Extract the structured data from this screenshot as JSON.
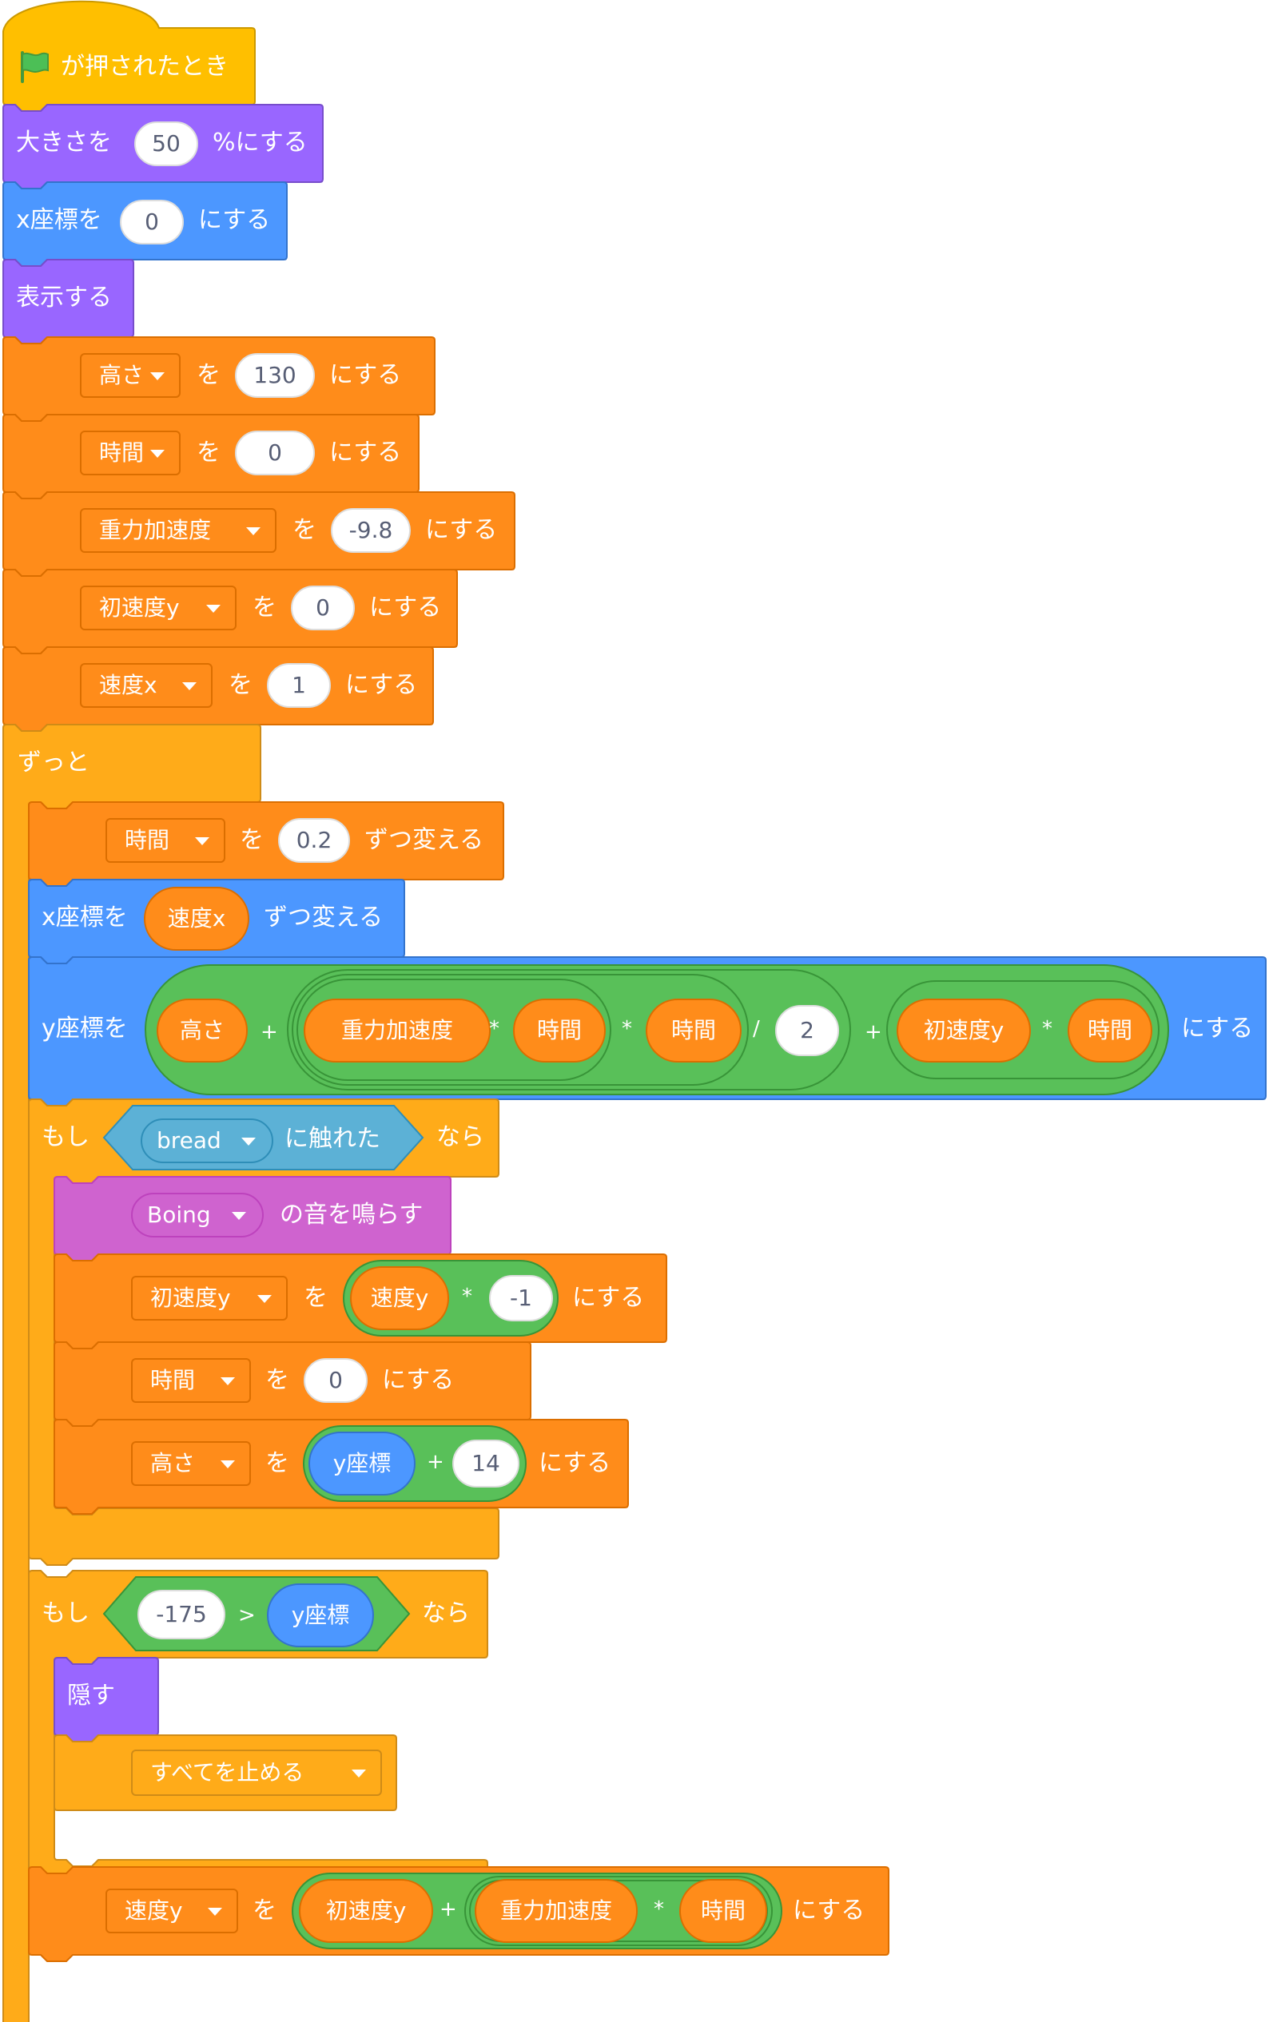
{
  "colors": {
    "events": "#FFBF00",
    "events_dark": "#CC9900",
    "looks": "#9966FF",
    "looks_dark": "#774DCB",
    "motion": "#4C97FF",
    "motion_dark": "#3373CC",
    "variables": "#FF8C1A",
    "variables_dark": "#DB6E00",
    "control": "#FFAB19",
    "control_dark": "#CF8B17",
    "operators": "#59C059",
    "operators_dark": "#389438",
    "sensing": "#5CB1D6",
    "sensing_dark": "#2E8EB8",
    "sound": "#CF63CF",
    "sound_dark": "#BD42BD",
    "flag_green": "#4CBF56"
  },
  "script": {
    "hat_when_flag": {
      "label": "が押されたとき",
      "icon": "green-flag-icon"
    },
    "set_size": {
      "prefix": "大きさを",
      "value": "50",
      "suffix": "%にする"
    },
    "set_x": {
      "prefix": "x座標を",
      "value": "0",
      "suffix": "にする"
    },
    "show": {
      "label": "表示する"
    },
    "init_vars": [
      {
        "variable": "高さ",
        "to": "を",
        "value": "130",
        "suffix": "にする"
      },
      {
        "variable": "時間",
        "to": "を",
        "value": "0",
        "suffix": "にする"
      },
      {
        "variable": "重力加速度",
        "to": "を",
        "value": "-9.8",
        "suffix": "にする"
      },
      {
        "variable": "初速度y",
        "to": "を",
        "value": "0",
        "suffix": "にする"
      },
      {
        "variable": "速度x",
        "to": "を",
        "value": "1",
        "suffix": "にする"
      }
    ],
    "forever": {
      "label": "ずっと",
      "change_time": {
        "variable": "時間",
        "to": "を",
        "value": "0.2",
        "suffix": "ずつ変える"
      },
      "change_x": {
        "prefix": "x座標を",
        "reporter": "速度x",
        "suffix": "ずつ変える"
      },
      "set_y": {
        "prefix": "y座標を",
        "height": "高さ",
        "plus1": "+",
        "gravity": "重力加速度",
        "mul1": "*",
        "time1": "時間",
        "mul2": "*",
        "time2": "時間",
        "div": "/",
        "two": "2",
        "plus2": "+",
        "v0": "初速度y",
        "mul3": "*",
        "time3": "時間",
        "suffix": "にする"
      },
      "if_touching": {
        "if_label": "もし",
        "sprite": "bread",
        "touching": "に触れた",
        "then": "なら",
        "play_sound": {
          "sound": "Boing",
          "suffix": "の音を鳴らす"
        },
        "set_v0": {
          "variable": "初速度y",
          "to": "を",
          "reporter": "速度y",
          "mul": "*",
          "value": "-1",
          "suffix": "にする"
        },
        "reset_time": {
          "variable": "時間",
          "to": "を",
          "value": "0",
          "suffix": "にする"
        },
        "set_height": {
          "variable": "高さ",
          "to": "を",
          "reporter": "y座標",
          "plus": "+",
          "value": "14",
          "suffix": "にする"
        }
      },
      "if_below": {
        "if_label": "もし",
        "left": "-175",
        "op": ">",
        "reporter": "y座標",
        "then": "なら",
        "hide": {
          "label": "隠す"
        },
        "stop": {
          "option": "すべてを止める"
        }
      },
      "set_vy": {
        "variable": "速度y",
        "to": "を",
        "v0": "初速度y",
        "plus": "+",
        "gravity": "重力加速度",
        "mul": "*",
        "time": "時間",
        "suffix": "にする"
      },
      "loop_icon": "loop-arrow-icon"
    }
  }
}
